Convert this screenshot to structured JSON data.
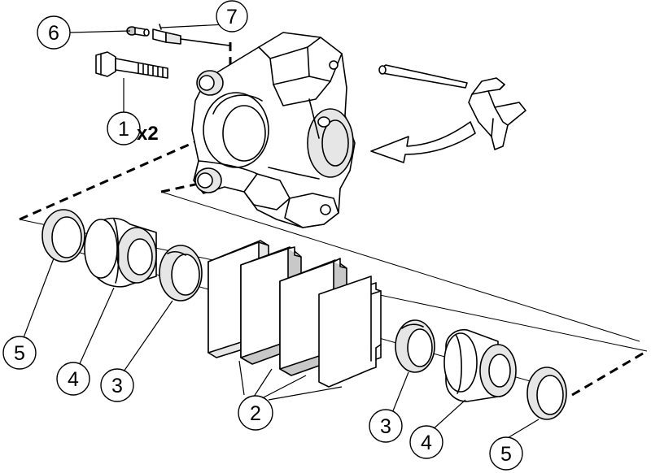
{
  "callouts": {
    "c1": "1",
    "c1_qty": "x2",
    "c2": "2",
    "c3_left": "3",
    "c3_right": "3",
    "c4_left": "4",
    "c4_right": "4",
    "c5_left": "5",
    "c5_right": "5",
    "c6": "6",
    "c7": "7"
  }
}
